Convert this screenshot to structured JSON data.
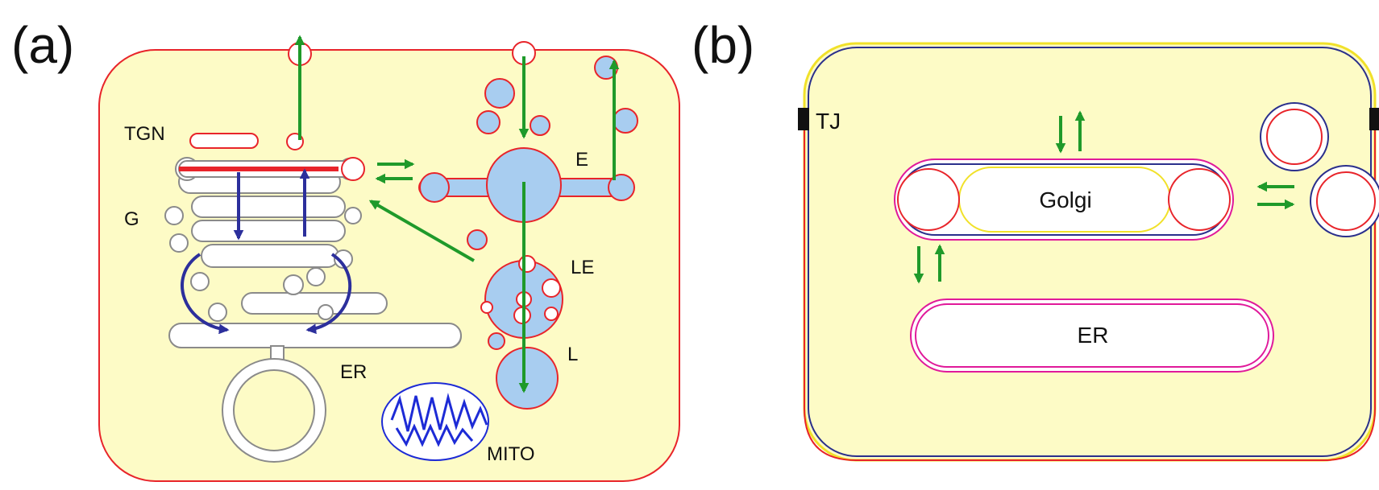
{
  "panels": {
    "a": {
      "label": "(a)",
      "organelles": {
        "tgn": "TGN",
        "golgi": "G",
        "er": "ER",
        "endosome": "E",
        "late_endosome": "LE",
        "lysosome": "L",
        "mito": "MITO"
      }
    },
    "b": {
      "label": "(b)",
      "organelles": {
        "tight_junction": "TJ",
        "golgi": "Golgi",
        "er": "ER"
      }
    }
  },
  "colors": {
    "cytoplasm": "#fdfbc6",
    "plasma_membrane": "#e8242a",
    "endosome_fill": "#a8cdf0",
    "green_arrow": "#1f9a2a",
    "blue_arrow": "#2c2f9c",
    "golgi_outline": "#8a8a8a",
    "mito_blue": "#1d2bd6",
    "magenta": "#e0199a",
    "navy": "#2a2f8c",
    "yellow": "#f1e12a",
    "junction": "#111111"
  }
}
